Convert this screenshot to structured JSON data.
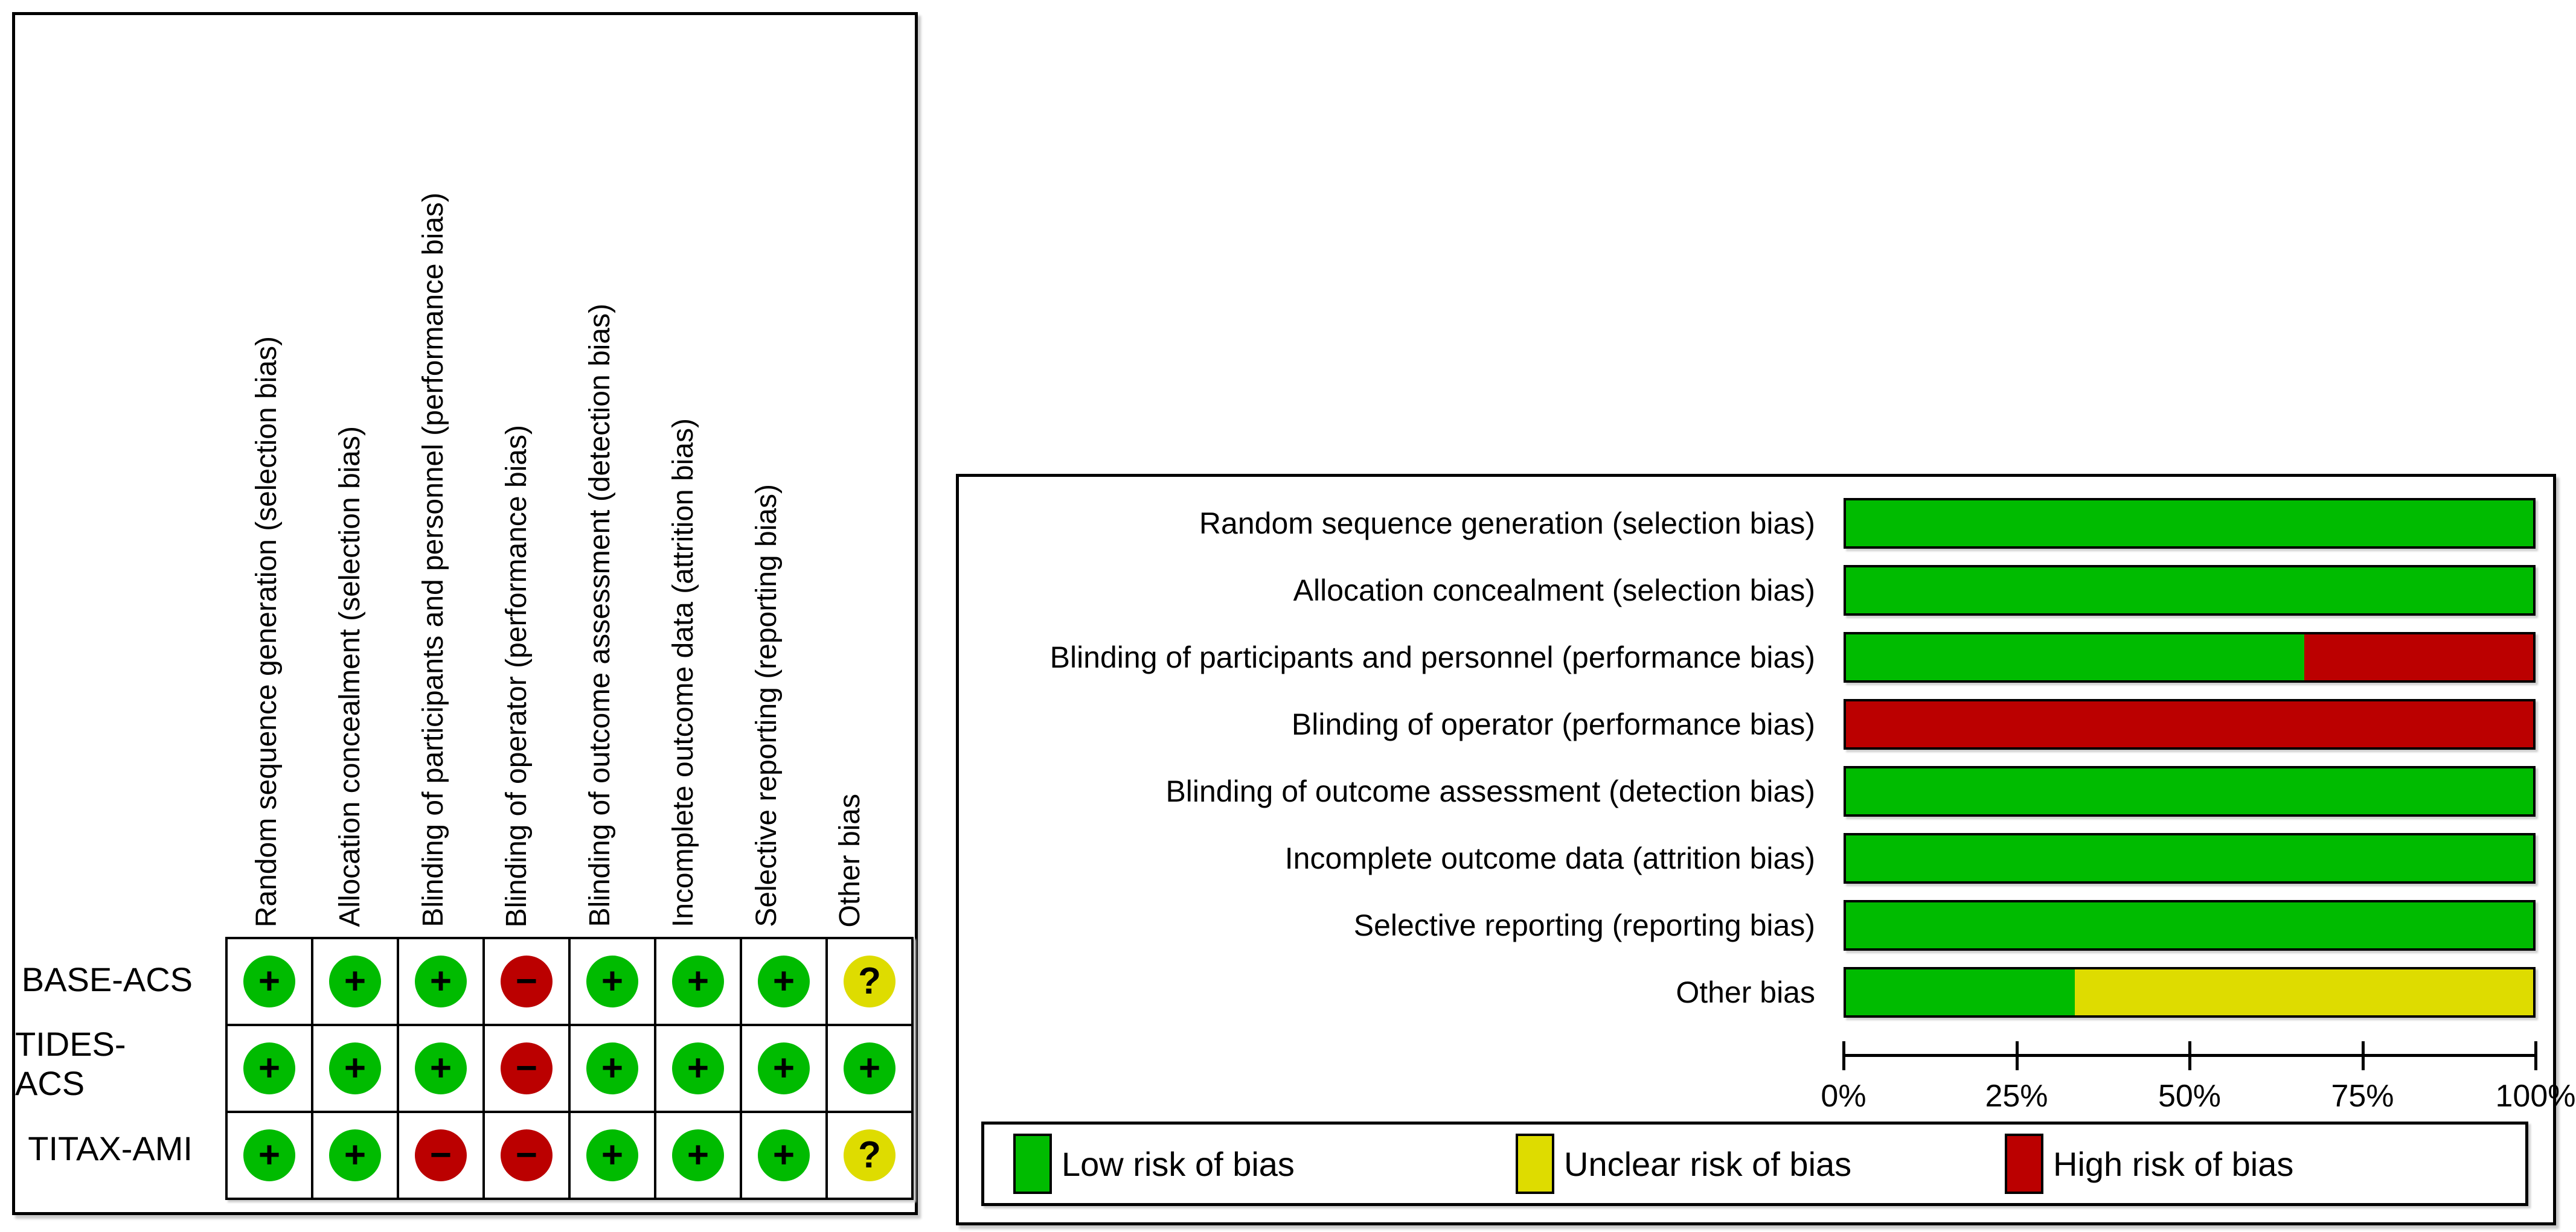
{
  "figure": {
    "colors": {
      "low": "#00bb00",
      "unclear": "#dedc00",
      "high": "#bb0000",
      "line": "#000000"
    },
    "judgement_symbols": {
      "low": "+",
      "unclear": "?",
      "high": "−"
    }
  },
  "summary_table": {
    "domains": [
      "Random sequence generation (selection bias)",
      "Allocation concealment (selection bias)",
      "Blinding of participants and personnel (performance bias)",
      "Blinding of operator (performance bias)",
      "Blinding of outcome assessment (detection bias)",
      "Incomplete outcome data (attrition bias)",
      "Selective reporting (reporting bias)",
      "Other bias"
    ],
    "studies": [
      {
        "name": "BASE-ACS",
        "judgements": [
          "low",
          "low",
          "low",
          "high",
          "low",
          "low",
          "low",
          "unclear"
        ]
      },
      {
        "name": "TIDES-ACS",
        "judgements": [
          "low",
          "low",
          "low",
          "high",
          "low",
          "low",
          "low",
          "low"
        ]
      },
      {
        "name": "TITAX-AMI",
        "judgements": [
          "low",
          "low",
          "high",
          "high",
          "low",
          "low",
          "low",
          "unclear"
        ]
      }
    ]
  },
  "chart_data": {
    "type": "bar",
    "orientation": "horizontal",
    "stacked": true,
    "title": "",
    "categories": [
      "Random sequence generation (selection bias)",
      "Allocation concealment (selection bias)",
      "Blinding of participants and personnel (performance bias)",
      "Blinding of operator (performance bias)",
      "Blinding of outcome assessment (detection bias)",
      "Incomplete outcome data (attrition bias)",
      "Selective reporting (reporting bias)",
      "Other bias"
    ],
    "series": [
      {
        "name": "Low risk of bias",
        "key": "low",
        "color": "#00bb00",
        "values": [
          100,
          100,
          66.67,
          0,
          100,
          100,
          100,
          33.33
        ]
      },
      {
        "name": "Unclear risk of bias",
        "key": "unclear",
        "color": "#dedc00",
        "values": [
          0,
          0,
          0,
          0,
          0,
          0,
          0,
          66.67
        ]
      },
      {
        "name": "High risk of bias",
        "key": "high",
        "color": "#bb0000",
        "values": [
          0,
          0,
          33.33,
          100,
          0,
          0,
          0,
          0
        ]
      }
    ],
    "x_axis": {
      "range": [
        0,
        100
      ],
      "ticks": [
        {
          "label": "0%",
          "value": 0
        },
        {
          "label": "25%",
          "value": 25
        },
        {
          "label": "50%",
          "value": 50
        },
        {
          "label": "75%",
          "value": 75
        },
        {
          "label": "100%",
          "value": 100
        }
      ]
    },
    "legend_position": "bottom"
  },
  "legend": {
    "items": [
      {
        "label": "Low risk of bias",
        "key": "low"
      },
      {
        "label": "Unclear risk of bias",
        "key": "unclear"
      },
      {
        "label": "High risk of bias",
        "key": "high"
      }
    ]
  }
}
